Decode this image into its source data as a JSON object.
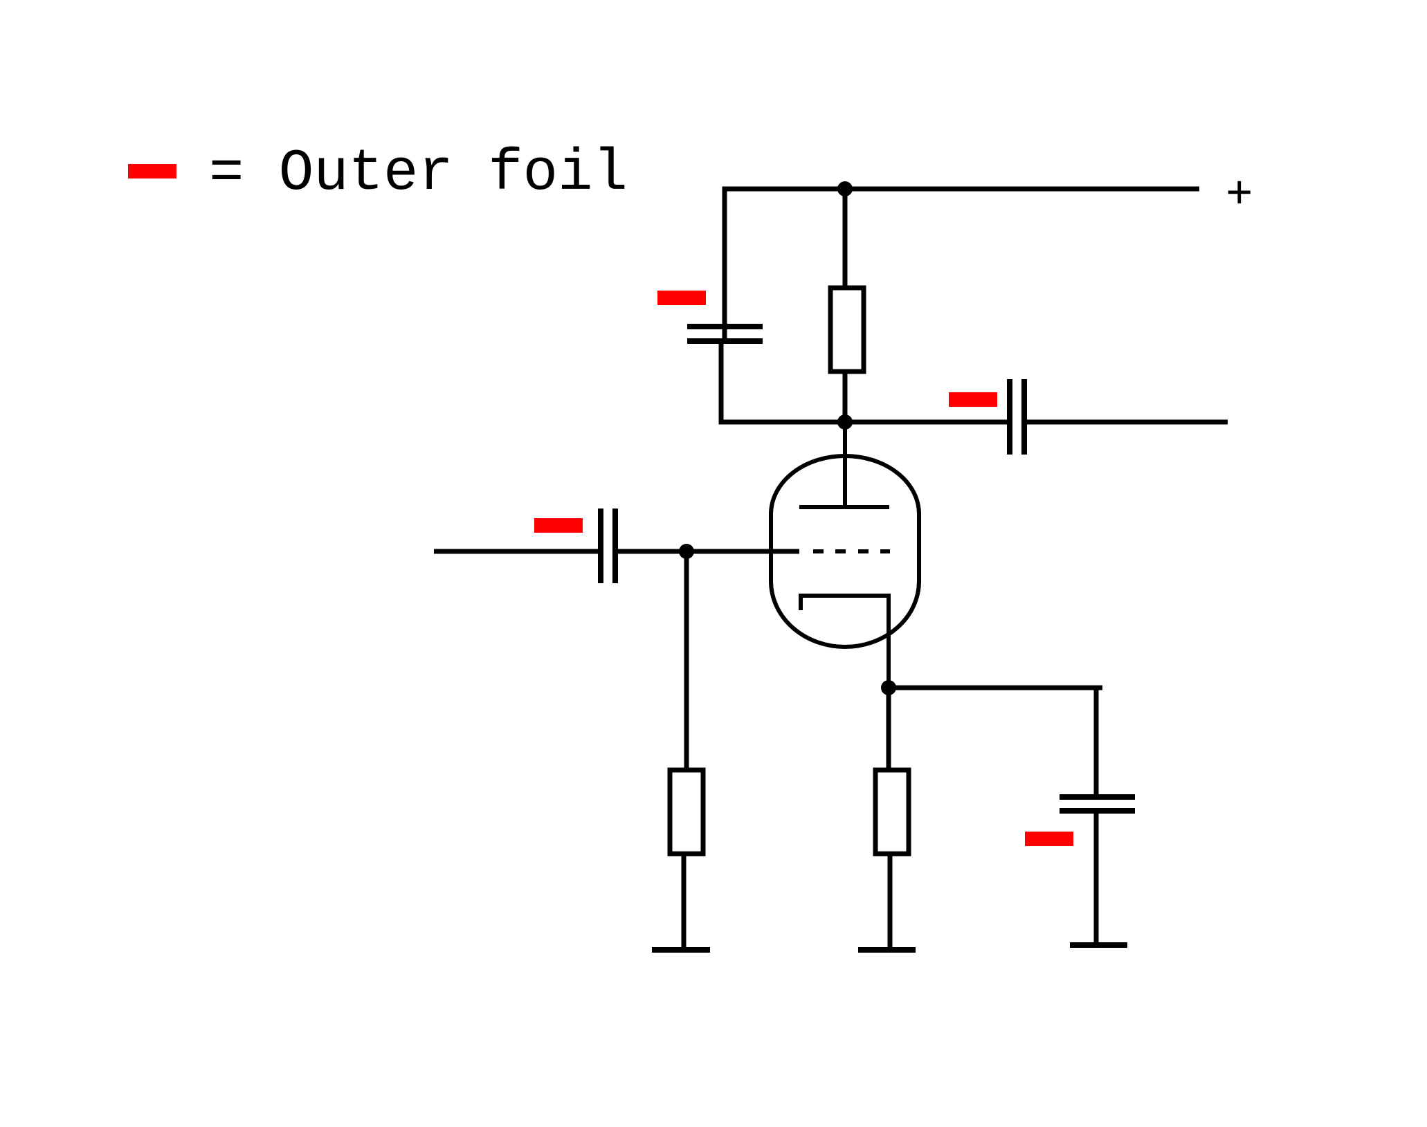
{
  "legend": {
    "marker_meaning": "= Outer foil",
    "marker_color": "#ff0000"
  },
  "terminals": {
    "supply_label": "+"
  },
  "colors": {
    "wire": "#000000",
    "outer_foil_marker": "#ff0000",
    "background": "#ffffff"
  },
  "components": {
    "tube": "triode",
    "resistors": [
      "anode-resistor",
      "grid-leak-resistor",
      "cathode-resistor"
    ],
    "capacitors": [
      "supply-bypass-capacitor",
      "output-coupling-capacitor",
      "input-coupling-capacitor",
      "cathode-bypass-capacitor"
    ],
    "grounds": 3
  }
}
